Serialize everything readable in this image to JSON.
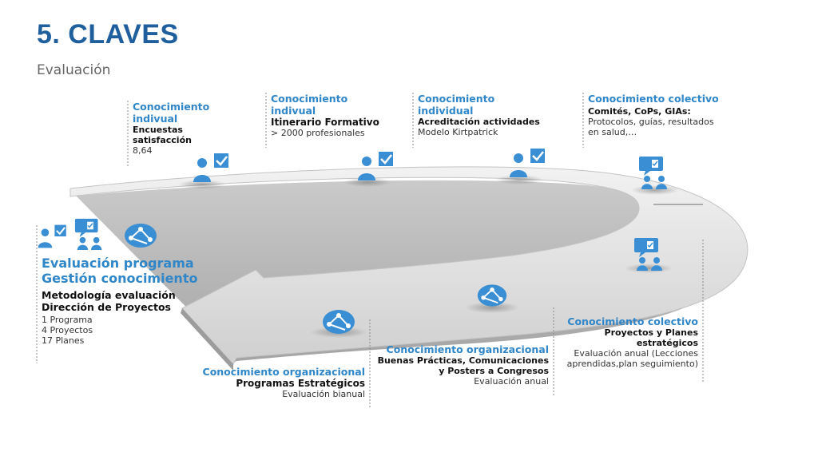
{
  "title": "5. CLAVES",
  "subtitle": "Evaluación",
  "left": {
    "heading1": "Evaluación programa",
    "heading2": "Gestión conocimiento",
    "sub1": "Metodología evaluación",
    "sub2": "Dirección de Proyectos",
    "detail1": "1 Programa",
    "detail2": "4 Proyectos",
    "detail3": "17 Planes"
  },
  "top1": {
    "t1": "Conocimiento",
    "t2": "indivual",
    "b1": "Encuestas",
    "b2": "satisfacción",
    "v": "8,64"
  },
  "top2": {
    "t1": "Conocimiento",
    "t2": "indivual",
    "b1": "Itinerario Formativo",
    "v": "> 2000 profesionales"
  },
  "top3": {
    "t1": "Conocimiento",
    "t2": "individual",
    "b1": "Acreditación actividades",
    "v": "Modelo Kirtpatrick"
  },
  "top4": {
    "t1": "Conocimiento colectivo",
    "b1": "Comités, CoPs, GIAs:",
    "v1": "Protocolos, guías, resultados",
    "v2": "en salud,…"
  },
  "bot1": {
    "t1": "Conocimiento organizacional",
    "b1": "Programas Estratégicos",
    "v": "Evaluación bianual"
  },
  "bot2": {
    "t1": "Conocimiento organizacional",
    "b1": "Buenas Prácticas, Comunicaciones",
    "b2": "y Posters a Congresos",
    "v": "Evaluación anual"
  },
  "bot3": {
    "t1": "Conocimiento colectivo",
    "b1": "Proyectos y Planes",
    "b2": "estratégicos",
    "v1": "Evaluación anual (Lecciones",
    "v2": "aprendidas,plan seguimiento)"
  },
  "colors": {
    "title": "#1f5f9e",
    "accent": "#2f86c8",
    "road": "#d6d6d6"
  },
  "icons": [
    "person-check-icon",
    "group-chat-icon",
    "globe-network-icon"
  ]
}
